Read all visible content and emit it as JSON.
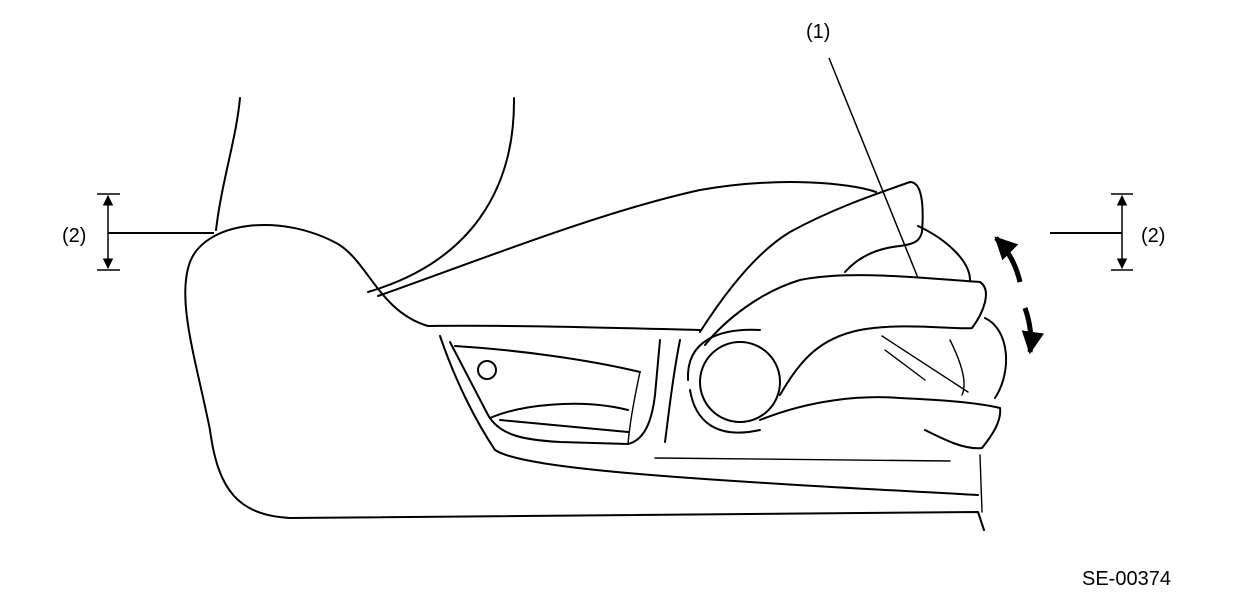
{
  "labels": {
    "callout_1": "(1)",
    "callout_2_left": "(2)",
    "callout_2_right": "(2)"
  },
  "figure_code": "SE-00374",
  "colors": {
    "ink": "#000000",
    "background": "#ffffff"
  }
}
